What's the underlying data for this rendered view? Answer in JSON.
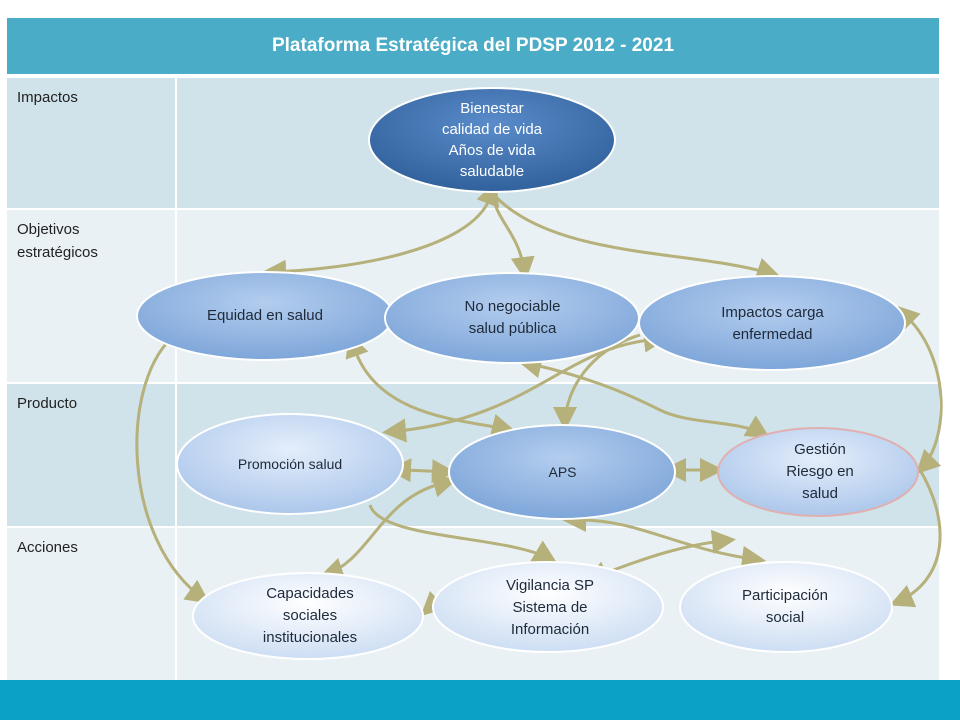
{
  "title": "Plataforma Estratégica del PDSP 2012 - 2021",
  "rows": {
    "impactos": "Impactos",
    "objetivos_1": "Objetivos",
    "objetivos_2": "estratégicos",
    "producto": "Producto",
    "acciones": "Acciones"
  },
  "nodes": {
    "bienestar": [
      "Bienestar",
      "calidad de vida",
      "Años de vida",
      "saludable"
    ],
    "equidad": [
      "Equidad en salud"
    ],
    "no_negociable": [
      "No negociable",
      "salud pública"
    ],
    "impactos_carga": [
      "Impactos carga",
      "enfermedad"
    ],
    "promocion": [
      "Promoción salud"
    ],
    "aps": [
      "APS"
    ],
    "gestion": [
      "Gestión",
      "Riesgo en",
      "salud"
    ],
    "capacidades": [
      "Capacidades",
      "sociales",
      "institucionales"
    ],
    "vigilancia": [
      "Vigilancia SP",
      "Sistema de",
      "Información"
    ],
    "participacion": [
      "Participación",
      "social"
    ]
  },
  "colors": {
    "header": "#4aacc6",
    "row_dark": "#d0e3ea",
    "row_light": "#e9f1f4",
    "footer": "#0ba0c6",
    "arrow": "#b6b07a",
    "node_dark": "#3e6fa8",
    "node_mid": "#8fb3e0",
    "node_light": "#c9dbf2",
    "node_pale": "#e8f0fa"
  }
}
